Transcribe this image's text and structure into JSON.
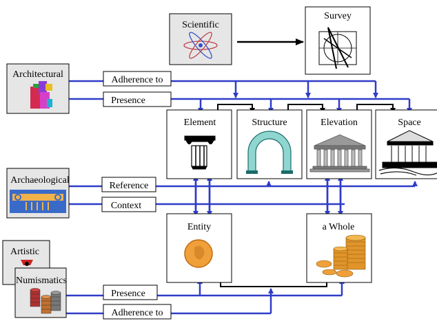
{
  "sources": {
    "scientific": "Scientific",
    "architectural": "Architectural",
    "archaeological": "Archaeological",
    "artistic": "Artistic",
    "numismatics": "Numismatics"
  },
  "targets": {
    "survey": "Survey",
    "element": "Element",
    "structure": "Structure",
    "elevation": "Elevation",
    "space": "Space",
    "entity": "Entity",
    "whole": "a Whole"
  },
  "relations": {
    "arch_adherence": "Adherence to",
    "arch_presence": "Presence",
    "arch_reference": "Reference",
    "arch_context": "Context",
    "num_presence": "Presence",
    "num_adherence": "Adherence to"
  },
  "icons": {
    "scientific": "atom-icon",
    "survey": "compass-drawing-icon",
    "architectural": "building-blocks-icon",
    "element": "column-capital-icon",
    "structure": "arch-icon",
    "elevation": "temple-facade-icon",
    "space": "classical-building-icon",
    "archaeological": "ionic-frieze-icon",
    "entity": "coin-icon",
    "whole": "coin-stacks-icon",
    "artistic": "vase-icon",
    "numismatics": "coin-stacks-icon"
  },
  "colors": {
    "link": "#2e3cc8",
    "black_link": "#000000",
    "source_fill": "#e6e6e6",
    "coin": "#f0a03a"
  }
}
